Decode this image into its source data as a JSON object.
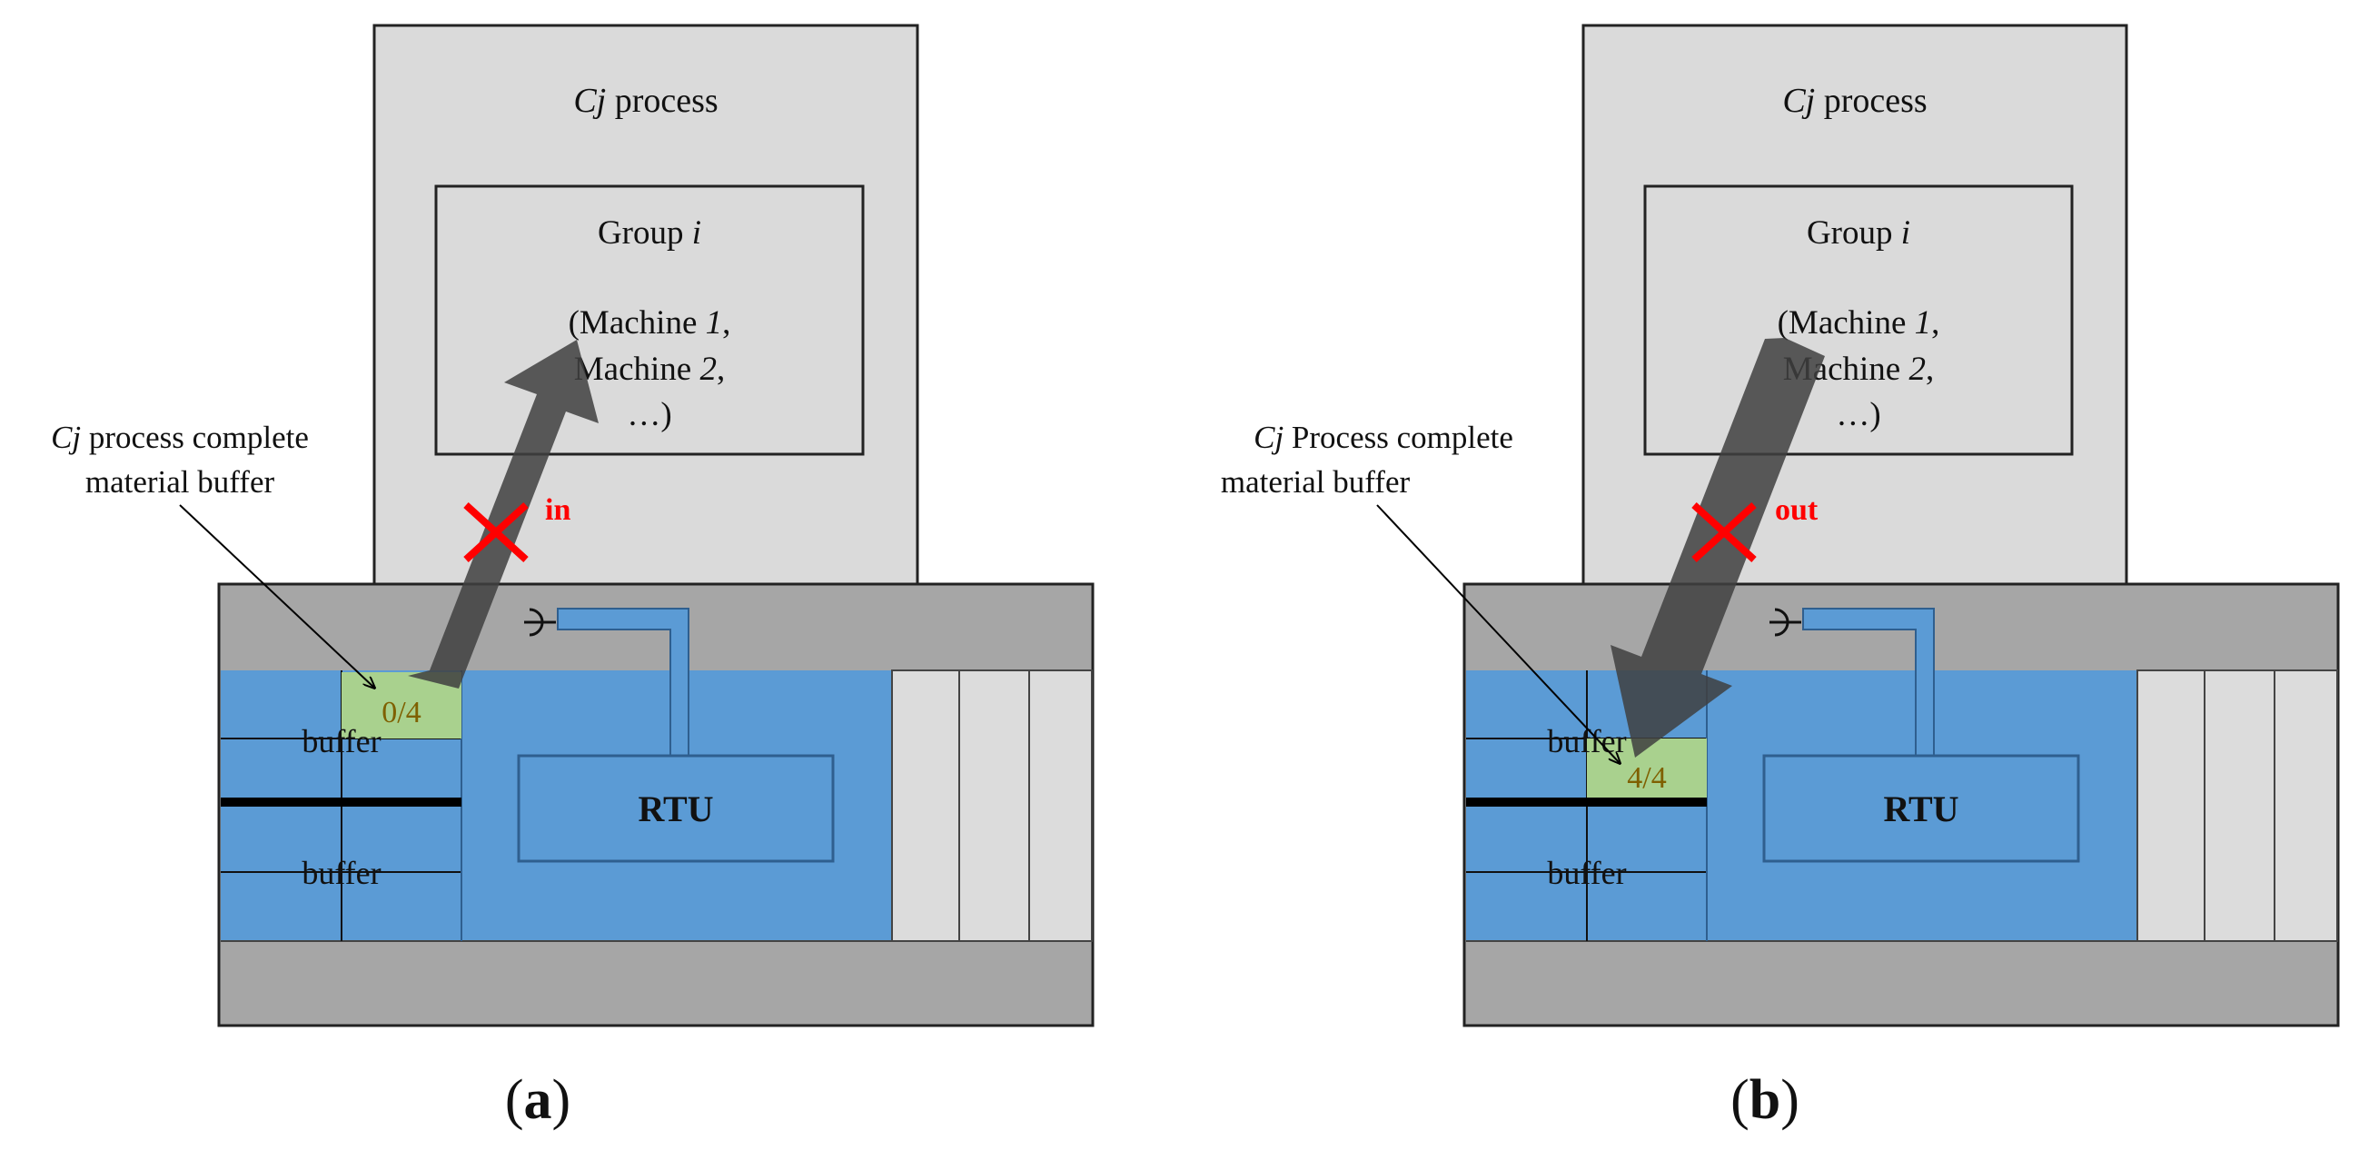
{
  "colors": {
    "process_fill": "#dadada",
    "station_gray": "#a6a6a6",
    "station_blue": "#5b9bd5",
    "buffer_slot_green": "#a9d18e",
    "slot_text": "#7f6000",
    "rack_fill": "#dcdcdc",
    "arrow_fill": "#404040",
    "cross_red": "#ff0000",
    "label_red": "#ff0000"
  },
  "panels": [
    {
      "id": "a",
      "process_title_italic": "Cj",
      "process_title_rest": " process",
      "group_title": "Group ",
      "group_title_italic": "i",
      "machines_line1_a": "(Machine ",
      "machines_line1_b": "1",
      "machines_line1_c": ",",
      "machines_line2_a": "Machine ",
      "machines_line2_b": "2",
      "machines_line2_c": ",",
      "machines_line3": "…)",
      "callout_line1_italic": "Cj",
      "callout_line1_rest": " process complete",
      "callout_line2": "material buffer",
      "buffer_top_label": "buffer",
      "buffer_bottom_label": "buffer",
      "slot_value": "0/4",
      "rtu_label": "RTU",
      "arrow_direction_label": "in",
      "caption_open": "(",
      "caption_letter": "a",
      "caption_close": ")"
    },
    {
      "id": "b",
      "process_title_italic": "Cj",
      "process_title_rest": " process",
      "group_title": "Group ",
      "group_title_italic": "i",
      "machines_line1_a": "(Machine ",
      "machines_line1_b": "1",
      "machines_line1_c": ",",
      "machines_line2_a": "Machine ",
      "machines_line2_b": "2",
      "machines_line2_c": ",",
      "machines_line3": "…)",
      "callout_line1_italic": "Cj",
      "callout_line1_rest": " Process complete",
      "callout_line2": "material buffer",
      "buffer_top_label": "buffer",
      "buffer_bottom_label": "buffer",
      "slot_value": "4/4",
      "rtu_label": "RTU",
      "arrow_direction_label": "out",
      "caption_open": "(",
      "caption_letter": "b",
      "caption_close": ")"
    }
  ]
}
